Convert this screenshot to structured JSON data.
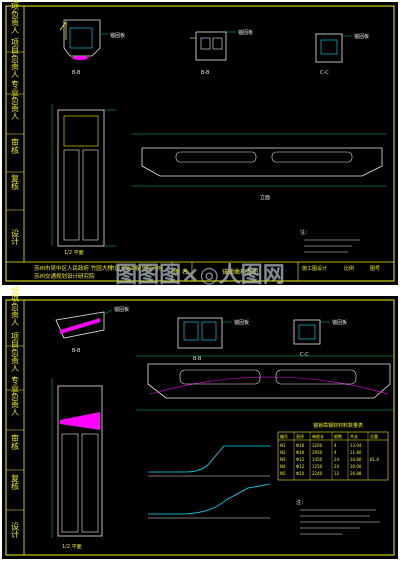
{
  "colors": {
    "background": "#ffffff",
    "sheet": "#000000",
    "frame": "#f2f200",
    "outline": "#e8e8e8",
    "dimension": "#00d060",
    "annotation": "#00e5ff",
    "rebar": "#ff00ff",
    "watermark": "#aeb8c6"
  },
  "watermark": {
    "text": "图图图×◎人图网"
  },
  "sheet1": {
    "side_labels": [
      "设计",
      "复核",
      "审核",
      "专业负责人",
      "项目负责人",
      "分项负责人"
    ],
    "view_labels": [
      "B-B",
      "B-B",
      "C-C",
      "1/2 平面",
      "立面"
    ],
    "callouts": [
      "锚固板",
      "锚固板",
      "锚固板"
    ],
    "notes_title": "注：",
    "title_block": {
      "project": "苏州市吴中区人民政府 竹园大桥",
      "project_line2": "苏州交通规划设计研究院",
      "bridge": "竹园大桥工程 竹园大桥",
      "name_label": "图 名",
      "drawing_name": "锚锁凿构造图",
      "stage": "施工图设计",
      "stage_label": "比例",
      "scale": "比例",
      "number": "图号"
    }
  },
  "sheet2": {
    "side_labels": [
      "设计",
      "复核",
      "审核",
      "专业负责人",
      "项目负责人",
      "分项负责人"
    ],
    "view_labels": [
      "B-B",
      "B-B",
      "C-C",
      "1/2 平面"
    ],
    "callouts": [
      "锚固板",
      "锚固板",
      "锚固板"
    ],
    "table": {
      "title": "锚锁凿钢材材料数量表",
      "headers": [
        "编号",
        "直径",
        "每根长",
        "根数",
        "共长",
        "总重"
      ],
      "rows": [
        [
          "N1",
          "Φ16",
          "3260",
          "4",
          "13.04",
          ""
        ],
        [
          "N2",
          "Φ16",
          "2950",
          "4",
          "11.80",
          ""
        ],
        [
          "N3",
          "Φ12",
          "1450",
          "24",
          "34.80",
          "81.8"
        ],
        [
          "N4",
          "Φ12",
          "1250",
          "24",
          "30.00",
          ""
        ],
        [
          "N5",
          "Φ10",
          "2240",
          "12",
          "26.88",
          ""
        ]
      ]
    },
    "notes_title": "注："
  }
}
